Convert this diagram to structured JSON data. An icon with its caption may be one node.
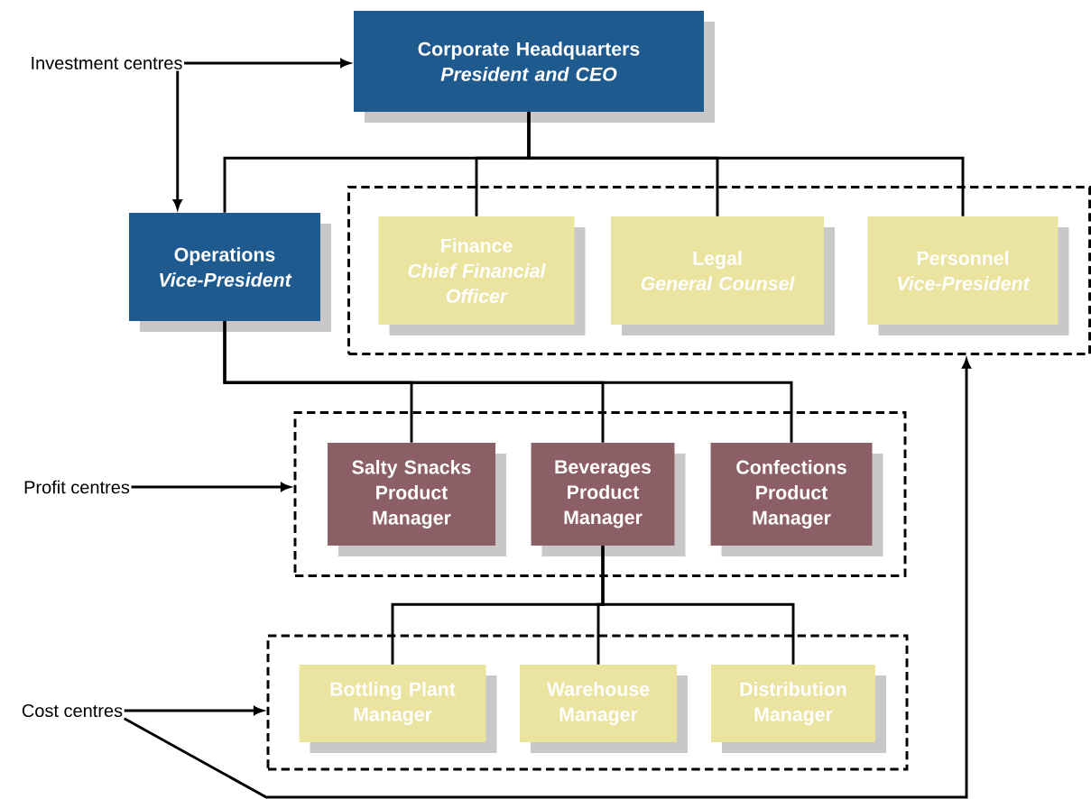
{
  "diagram": {
    "nodes": [
      {
        "text": [
          "Investment centres"
        ]
      },
      {
        "text": [
          "Corporate Headquarters",
          "President and CEO"
        ]
      },
      {
        "text": [
          "Operations",
          "Vice-President"
        ]
      },
      {
        "text": [],
        "shape": "box"
      },
      {
        "text": [
          "Finance",
          "Chief Financial Officer"
        ],
        "in": 3
      },
      {
        "text": [
          "Legal",
          "General Counsel"
        ],
        "in": 3
      },
      {
        "text": [
          "Personnel",
          "Vice-President"
        ],
        "in": 3
      },
      {
        "text": [
          "Profit centres"
        ]
      },
      {
        "text": [],
        "shape": "box"
      },
      {
        "text": [
          "Salty Snacks Product Manager"
        ],
        "in": 8
      },
      {
        "text": [
          "Beverages Product Manager"
        ],
        "in": 8
      },
      {
        "text": [
          "Confections Product Manager"
        ],
        "in": 8
      },
      {
        "text": [
          "Cost centres"
        ]
      },
      {
        "text": [],
        "shape": "box"
      },
      {
        "text": [
          "Bottling Plant Manager"
        ],
        "in": 13
      },
      {
        "text": [
          "Warehouse Manager"
        ],
        "in": 13
      },
      {
        "text": [
          "Distribution Manager"
        ],
        "in": 13
      }
    ],
    "edges": [
      {
        "from": 0,
        "to": 1,
        "arrow": "to"
      },
      {
        "from": 0,
        "to": 2,
        "arrow": "to"
      },
      {
        "from": 1,
        "to": 2,
        "arrow": "none"
      },
      {
        "from": 1,
        "to": 4,
        "arrow": "none"
      },
      {
        "from": 1,
        "to": 5,
        "arrow": "none"
      },
      {
        "from": 1,
        "to": 6,
        "arrow": "none"
      },
      {
        "from": 2,
        "to": 9,
        "arrow": "none"
      },
      {
        "from": 2,
        "to": 10,
        "arrow": "none"
      },
      {
        "from": 2,
        "to": 11,
        "arrow": "none"
      },
      {
        "from": 10,
        "to": 14,
        "arrow": "none"
      },
      {
        "from": 10,
        "to": 15,
        "arrow": "none"
      },
      {
        "from": 10,
        "to": 16,
        "arrow": "none"
      },
      {
        "from": 7,
        "to": 8,
        "arrow": "to"
      },
      {
        "from": 12,
        "to": 13,
        "arrow": "to"
      },
      {
        "from": 12,
        "to": 3,
        "arrow": "to"
      }
    ]
  }
}
